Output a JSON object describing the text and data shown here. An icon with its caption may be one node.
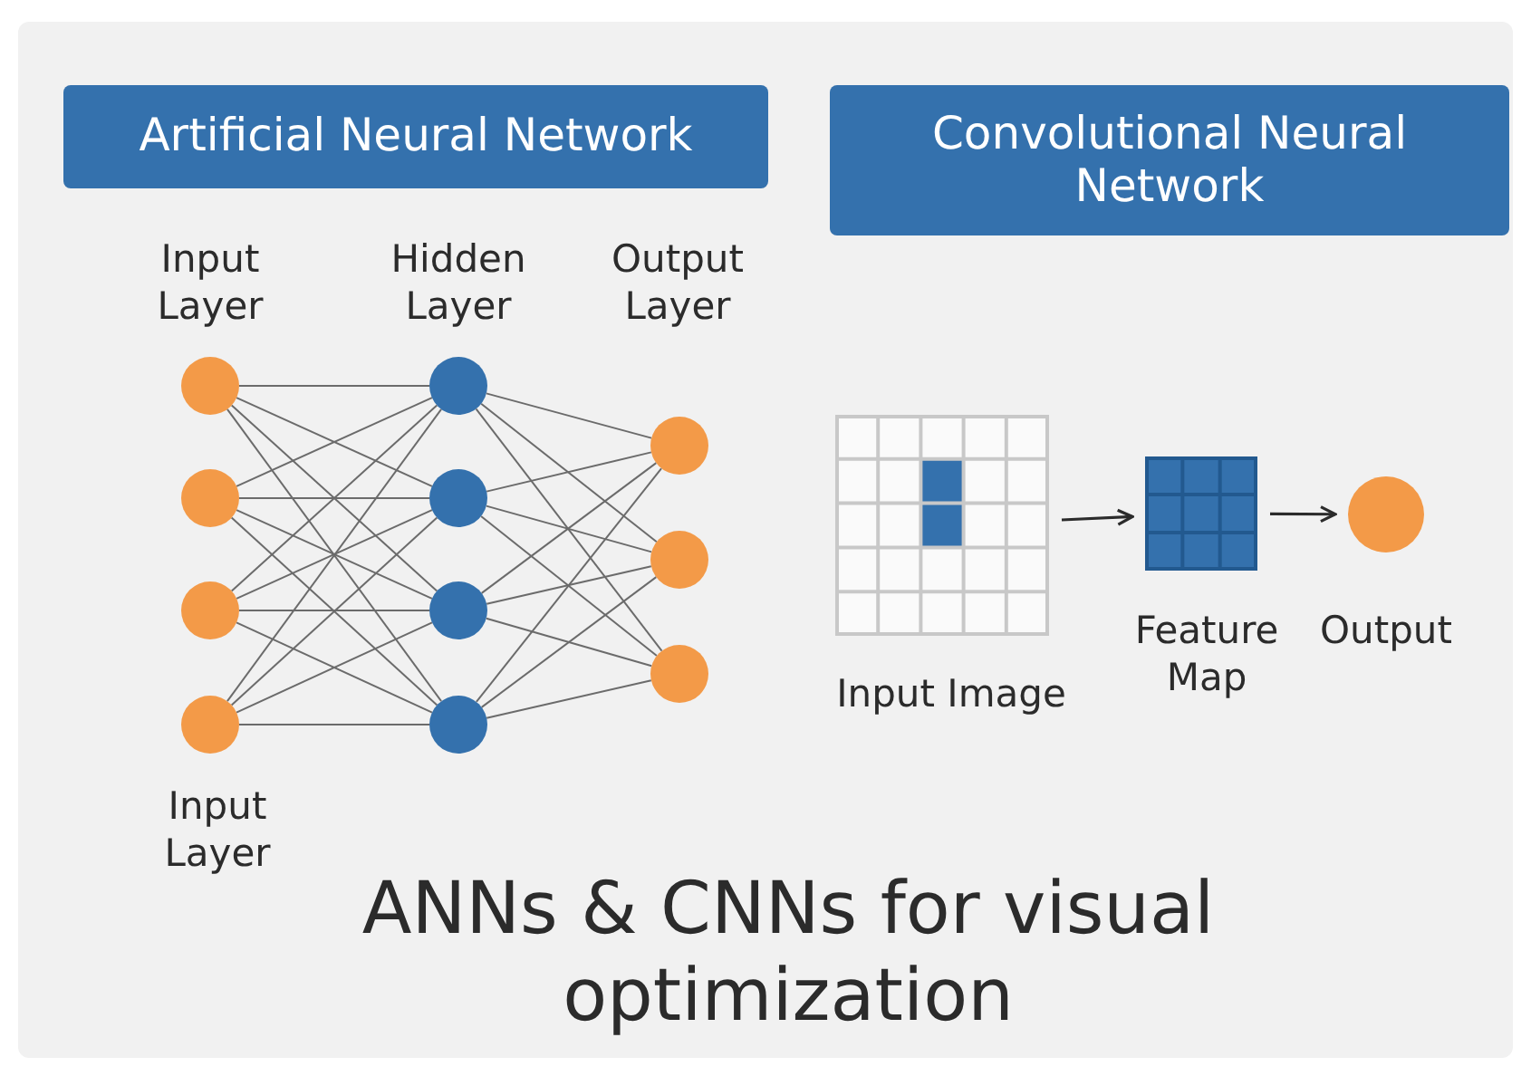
{
  "diagram": {
    "title": "ANNs & CNNs for visual optimization",
    "nodes": [
      {
        "text": [
          "Artificial Neural Network"
        ]
      },
      {
        "text": [
          "Convolutional Neural Network"
        ]
      },
      {
        "text": [],
        "shape": "circle"
      },
      {
        "text": [],
        "shape": "circle"
      },
      {
        "text": [],
        "shape": "circle"
      },
      {
        "text": [],
        "shape": "circle"
      },
      {
        "text": [],
        "shape": "circle"
      },
      {
        "text": [],
        "shape": "circle"
      },
      {
        "text": [],
        "shape": "circle"
      },
      {
        "text": [],
        "shape": "circle"
      },
      {
        "text": [],
        "shape": "circle"
      },
      {
        "text": [],
        "shape": "circle"
      },
      {
        "text": [],
        "shape": "circle"
      },
      {
        "text": [],
        "shape": "grid",
        "beside": [
          "Input Image"
        ]
      },
      {
        "text": [],
        "shape": "grid",
        "beside": [
          "Feature Map"
        ]
      },
      {
        "text": [],
        "shape": "circle",
        "beside": [
          "Output"
        ]
      }
    ],
    "edges": [
      {
        "from": 2,
        "to": 6,
        "arrow": "none"
      },
      {
        "from": 2,
        "to": 7,
        "arrow": "none"
      },
      {
        "from": 2,
        "to": 8,
        "arrow": "none"
      },
      {
        "from": 2,
        "to": 9,
        "arrow": "none"
      },
      {
        "from": 3,
        "to": 6,
        "arrow": "none"
      },
      {
        "from": 3,
        "to": 7,
        "arrow": "none"
      },
      {
        "from": 3,
        "to": 8,
        "arrow": "none"
      },
      {
        "from": 3,
        "to": 9,
        "arrow": "none"
      },
      {
        "from": 4,
        "to": 6,
        "arrow": "none"
      },
      {
        "from": 4,
        "to": 7,
        "arrow": "none"
      },
      {
        "from": 4,
        "to": 8,
        "arrow": "none"
      },
      {
        "from": 4,
        "to": 9,
        "arrow": "none"
      },
      {
        "from": 5,
        "to": 6,
        "arrow": "none"
      },
      {
        "from": 5,
        "to": 7,
        "arrow": "none"
      },
      {
        "from": 5,
        "to": 8,
        "arrow": "none"
      },
      {
        "from": 5,
        "to": 9,
        "arrow": "none"
      },
      {
        "from": 6,
        "to": 10,
        "arrow": "none"
      },
      {
        "from": 6,
        "to": 11,
        "arrow": "none"
      },
      {
        "from": 6,
        "to": 12,
        "arrow": "none"
      },
      {
        "from": 7,
        "to": 10,
        "arrow": "none"
      },
      {
        "from": 7,
        "to": 11,
        "arrow": "none"
      },
      {
        "from": 7,
        "to": 12,
        "arrow": "none"
      },
      {
        "from": 8,
        "to": 10,
        "arrow": "none"
      },
      {
        "from": 8,
        "to": 11,
        "arrow": "none"
      },
      {
        "from": 8,
        "to": 12,
        "arrow": "none"
      },
      {
        "from": 9,
        "to": 10,
        "arrow": "none"
      },
      {
        "from": 9,
        "to": 11,
        "arrow": "none"
      },
      {
        "from": 9,
        "to": 12,
        "arrow": "none"
      },
      {
        "from": 13,
        "to": 14,
        "arrow": "to"
      },
      {
        "from": 14,
        "to": 15,
        "arrow": "to"
      }
    ],
    "labels": [
      "Input Layer",
      "Hidden Layer",
      "Output Layer",
      "Input Layer"
    ]
  }
}
